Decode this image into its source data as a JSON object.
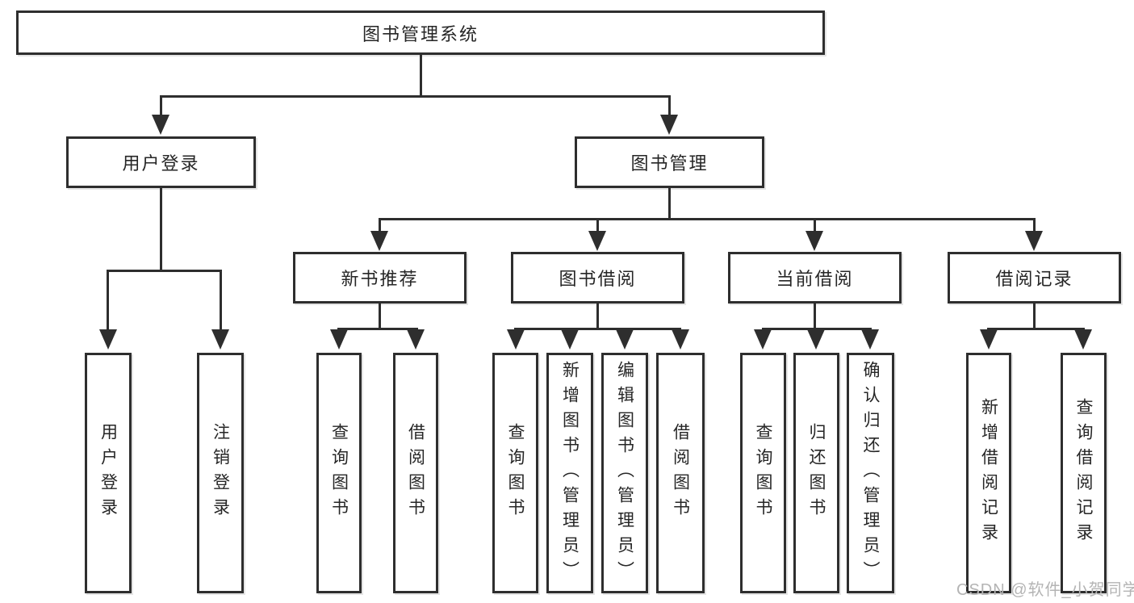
{
  "diagram": {
    "root": {
      "label": "图书管理系统"
    },
    "branches": [
      {
        "label": "用户登录",
        "children": [
          {
            "label": "用户登录"
          },
          {
            "label": "注销登录"
          }
        ]
      },
      {
        "label": "图书管理",
        "children": [
          {
            "label": "新书推荐",
            "children": [
              {
                "label": "查询图书"
              },
              {
                "label": "借阅图书"
              }
            ]
          },
          {
            "label": "图书借阅",
            "children": [
              {
                "label": "查询图书"
              },
              {
                "label": "新增图书（管理员）"
              },
              {
                "label": "编辑图书（管理员）"
              },
              {
                "label": "借阅图书"
              }
            ]
          },
          {
            "label": "当前借阅",
            "children": [
              {
                "label": "查询图书"
              },
              {
                "label": "归还图书"
              },
              {
                "label": "确认归还（管理员）"
              }
            ]
          },
          {
            "label": "借阅记录",
            "children": [
              {
                "label": "新增借阅记录"
              },
              {
                "label": "查询借阅记录"
              }
            ]
          }
        ]
      }
    ]
  },
  "watermark": {
    "text": "CSDN @软件_小贺同学"
  },
  "colors": {
    "line": "#2e2e2e",
    "text": "#262626",
    "watermark": "#b4b4b4",
    "background": "#ffffff"
  }
}
